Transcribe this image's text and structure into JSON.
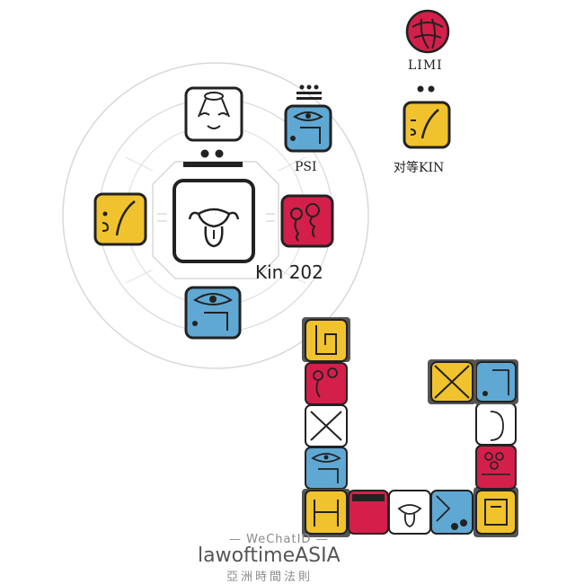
{
  "labels": {
    "guide_top_right": "LIMI",
    "analog_right": "PSI",
    "antipode_label": "对等KIN",
    "kin_label": "Kin 202"
  },
  "colors": {
    "red": "#d41f4a",
    "yellow": "#f0c22d",
    "blue": "#5fa8d3",
    "white": "#ffffff",
    "outline": "#222222",
    "ring": "#cfcfcf",
    "gray_frame": "#555555"
  },
  "watermark": {
    "line1": "— WeChatID —",
    "line2": "lawoftimeASIA",
    "line3": "亞洲時間法則"
  },
  "icons": {
    "limi_seal": "red-circular-seal-icon",
    "psi_seal": "blue-eye-seal-icon",
    "antipode_seal": "yellow-face-seal-icon",
    "guide_seal": "white-face-seal-icon",
    "central_seal": "white-tongue-face-seal-icon",
    "left_seal": "yellow-face-seal-icon",
    "right_seal": "red-spiral-seal-icon",
    "bottom_seal": "blue-eye-seal-icon"
  }
}
